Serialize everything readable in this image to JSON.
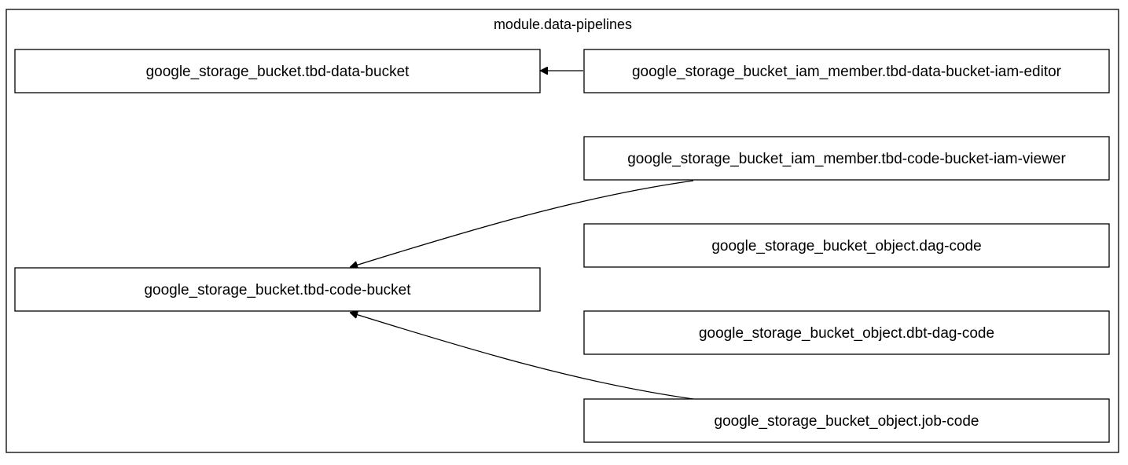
{
  "cluster": {
    "label": "module.data-pipelines"
  },
  "nodes": {
    "data_bucket": "google_storage_bucket.tbd-data-bucket",
    "data_bucket_iam_editor": "google_storage_bucket_iam_member.tbd-data-bucket-iam-editor",
    "code_bucket_iam_viewer": "google_storage_bucket_iam_member.tbd-code-bucket-iam-viewer",
    "dag_code": "google_storage_bucket_object.dag-code",
    "code_bucket": "google_storage_bucket.tbd-code-bucket",
    "dbt_dag_code": "google_storage_bucket_object.dbt-dag-code",
    "job_code": "google_storage_bucket_object.job-code"
  },
  "edges": [
    {
      "from": "data_bucket_iam_editor",
      "to": "data_bucket"
    },
    {
      "from": "code_bucket_iam_viewer",
      "to": "code_bucket"
    },
    {
      "from": "job_code",
      "to": "code_bucket"
    }
  ]
}
